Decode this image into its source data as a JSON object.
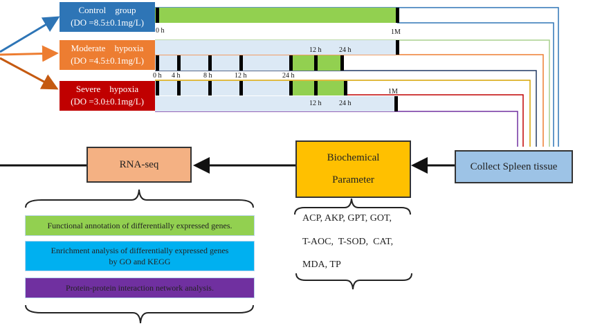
{
  "groups": [
    {
      "name": "Control group",
      "line1": "Control    group",
      "line2": "(DO =8.5±0.1mg/L)",
      "color": "#2e75b6"
    },
    {
      "name": "Moderate hypoxia",
      "line1": "Moderate    hypoxia",
      "line2": "(DO =4.5±0.1mg/L)",
      "color": "#ed7d31"
    },
    {
      "name": "Severe hypoxia",
      "line1": "Severe    hypoxia",
      "line2": "(DO =3.0±0.1mg/L)",
      "color": "#c00000"
    }
  ],
  "timeline": {
    "control_labels": {
      "start": "0 h",
      "end": "1M"
    },
    "moderate_top_labels": [
      "12 h",
      "24 h"
    ],
    "shared_labels": [
      "0 h",
      "4 h",
      "8 h",
      "12 h",
      "24 h"
    ],
    "severe_labels": {
      "end": "1M",
      "recovery": [
        "12 h",
        "24 h"
      ]
    }
  },
  "nodes": {
    "collect": "Collect Spleen tissue",
    "biochem_line1": "Biochemical",
    "biochem_line2": "Parameter",
    "rnaseq": "RNA-seq"
  },
  "parameters": [
    "ACP, AKP, GPT, GOT,",
    "T-AOC,  T-SOD,  CAT,",
    "MDA, TP"
  ],
  "analyses": [
    {
      "text": "Functional annotation of differentially expressed genes.",
      "color": "#92d050"
    },
    {
      "text": "Enrichment analysis of differentially expressed genes\nby GO and KEGG",
      "color": "#00b0f0"
    },
    {
      "text": "Protein-protein interaction network analysis.",
      "color": "#7030a0"
    }
  ],
  "colors": {
    "bar_fill": "#dce9f5",
    "green_fill": "#92d050",
    "collect_fill": "#9dc3e6",
    "biochem_fill": "#ffc000",
    "rnaseq_fill": "#f4b183"
  }
}
